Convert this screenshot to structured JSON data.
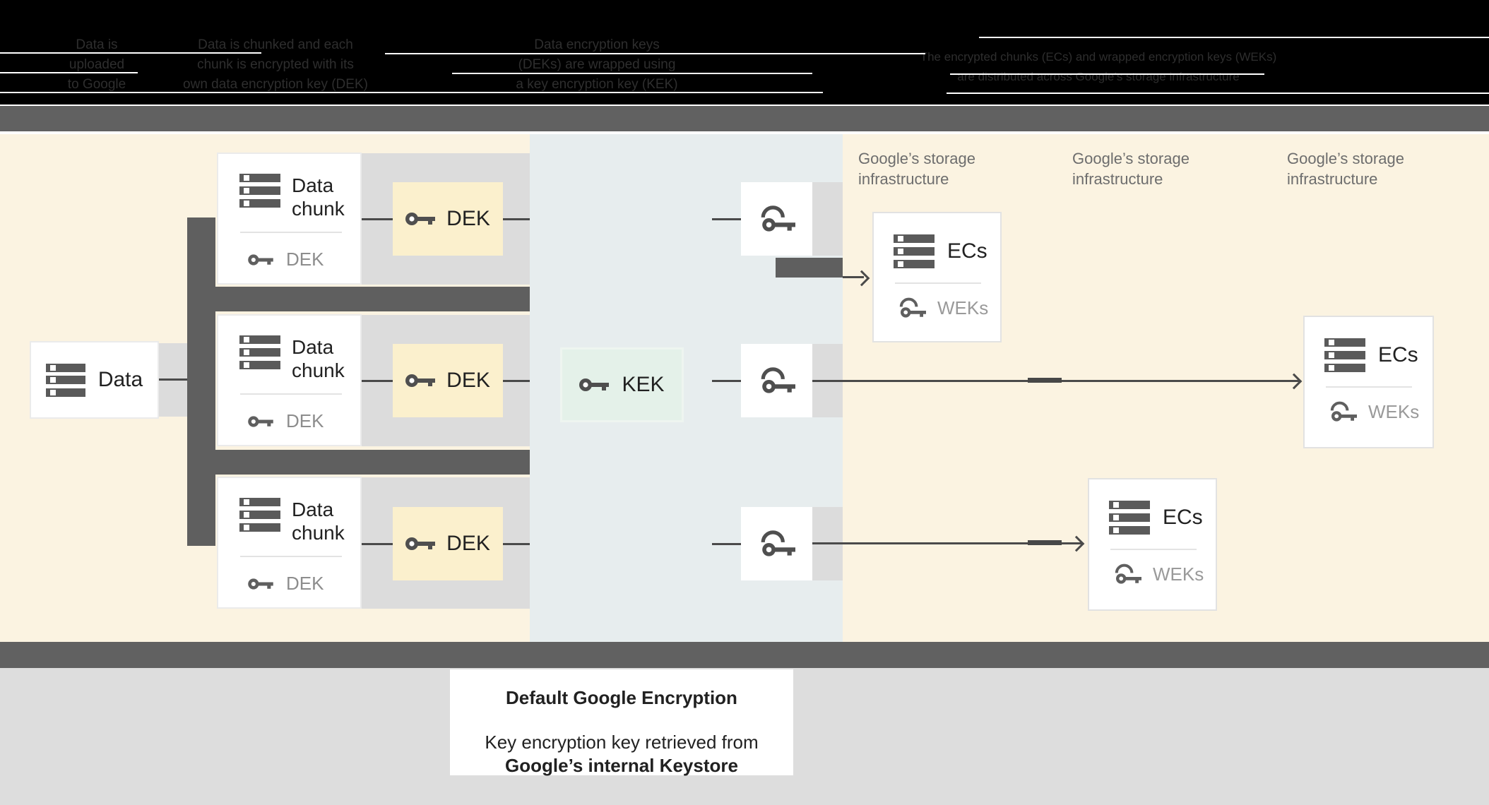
{
  "header": {
    "columns": [
      {
        "lines": [
          "Data is",
          "uploaded",
          "to Google"
        ]
      },
      {
        "lines": [
          "Data is chunked and each",
          "chunk is encrypted with its",
          "own data encryption key (DEK)"
        ]
      },
      {
        "lines": [
          "Data encryption keys",
          "(DEKs) are wrapped using",
          "a key encryption key (KEK)"
        ]
      },
      {
        "lines": [
          "The encrypted chunks (ECs) and wrapped encryption keys (WEKs)",
          "are distributed across Google’s storage infrastructure"
        ]
      }
    ]
  },
  "diagram": {
    "data_box": {
      "label": "Data"
    },
    "chunk_rows": [
      {
        "title": "Data chunk",
        "chunk_key_label": "DEK",
        "dek_label": "DEK"
      },
      {
        "title": "Data chunk",
        "chunk_key_label": "DEK",
        "dek_label": "DEK"
      },
      {
        "title": "Data chunk",
        "chunk_key_label": "DEK",
        "dek_label": "DEK"
      }
    ],
    "kek": {
      "label": "KEK"
    },
    "storage_labels": [
      "Google’s storage infrastructure",
      "Google’s storage infrastructure",
      "Google’s storage infrastructure"
    ],
    "ec_boxes": [
      {
        "title": "ECs",
        "keys_label": "WEKs"
      },
      {
        "title": "ECs",
        "keys_label": "WEKs"
      },
      {
        "title": "ECs",
        "keys_label": "WEKs"
      }
    ]
  },
  "caption": {
    "title": "Default Google Encryption",
    "body_line1": "Key encryption key retrieved from",
    "body_line2": "Google’s internal Keystore"
  },
  "colors": {
    "page_yellow": "#fbf3e1",
    "keystore_panel": "#e7edee",
    "band_gray": "#616161",
    "chunk_row_gray": "#dcdcdc",
    "dek_box_yellow": "#fbf0cd",
    "kek_box_green": "#e4f1e9",
    "bottom_gray": "#dddddd",
    "line_dark": "#4a4a4a",
    "text_primary": "#212121",
    "text_muted": "#8d8d8d"
  }
}
